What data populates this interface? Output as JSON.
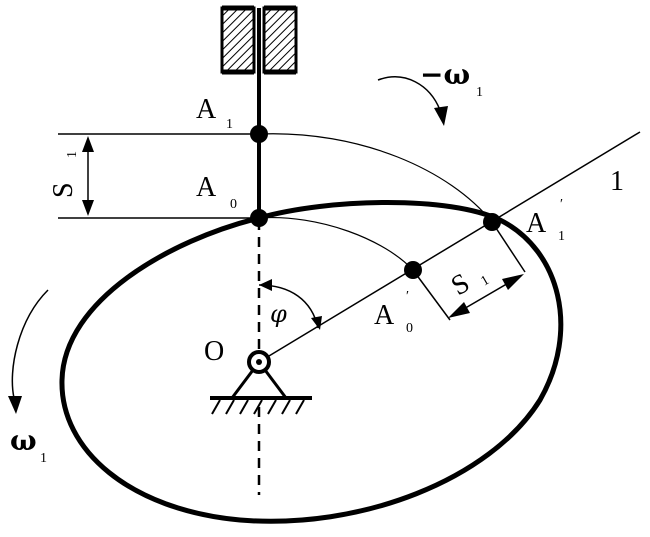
{
  "diagram": {
    "labels": {
      "minus_omega": "−ω",
      "minus_omega_sub": "1",
      "omega": "ω",
      "omega_sub": "1",
      "A1": "A",
      "A1_sub": "1",
      "A0": "A",
      "A0_sub": "0",
      "S1": "S",
      "S1_sub": "1",
      "S1_rot": "S",
      "S1_rot_sub": "1",
      "A1_prime": "A",
      "A1_prime_mark": "′",
      "A1_prime_sub": "1",
      "A0_prime": "A",
      "A0_prime_mark": "′",
      "A0_prime_sub": "0",
      "phi": "φ",
      "O": "O",
      "link": "1"
    },
    "colors": {
      "ink": "#000000",
      "background": "#ffffff"
    }
  }
}
